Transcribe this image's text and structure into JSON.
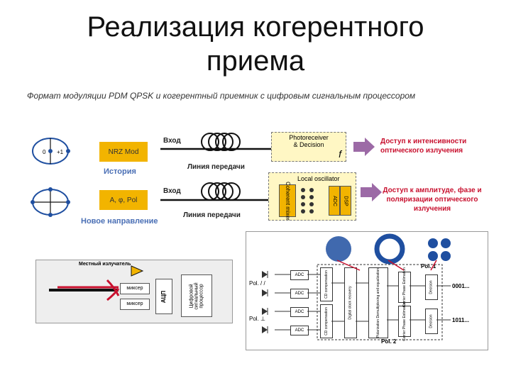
{
  "slide": {
    "title_line1": "Реализация когерентного",
    "title_line2": "приема",
    "subtitle": "Формат модуляции PDM QPSK и когерентный  приемник с цифровым сигнальным процессором"
  },
  "top_row": {
    "constellation_labels": [
      "0",
      "+1"
    ],
    "mod_box": "NRZ Mod",
    "input_label": "Вход",
    "line_label": "Линия передачи",
    "receiver_title": "Photoreceiver",
    "receiver_sub": "& Decision",
    "receiver_f": "f",
    "history_label": "История",
    "result": "Доступ к интенсивности оптического излучения"
  },
  "bottom_row": {
    "mod_box": "A, φ, Pol",
    "input_label": "Вход",
    "line_label": "Линия передачи",
    "local_osc": "Local oscillator",
    "mixer": "Coherent mixer",
    "adc": "ADC",
    "dsp": "DSP",
    "new_label": "Новое направление",
    "result": "Доступ к амплитуде, фазе и поляризации оптического излучения"
  },
  "left_panel": {
    "local_emitter": "Местный излучатель",
    "mixer1": "миксер",
    "mixer2": "миксер",
    "adc": "АЦП",
    "dsp": "Цифровой сигнальный процессор"
  },
  "right_panel": {
    "pol_labels": [
      "Pol. / /",
      "Pol. ⊥"
    ],
    "adc": "ADC",
    "cd": "CD compensation",
    "clock": "Digital clock recovery",
    "pol_demux": "Polarization Demultiplexing and equalization",
    "cpe": "Carrier Phase Estimation",
    "decision": "Decision",
    "pol1": "Pol. 1",
    "pol2": "Pol. 2",
    "out1": "0001...",
    "out2": "1011..."
  },
  "colors": {
    "accent_orange": "#f2b400",
    "result_purple": "#9c6aa6",
    "dot_blue": "#1f4fa0",
    "red": "#c8102e"
  }
}
